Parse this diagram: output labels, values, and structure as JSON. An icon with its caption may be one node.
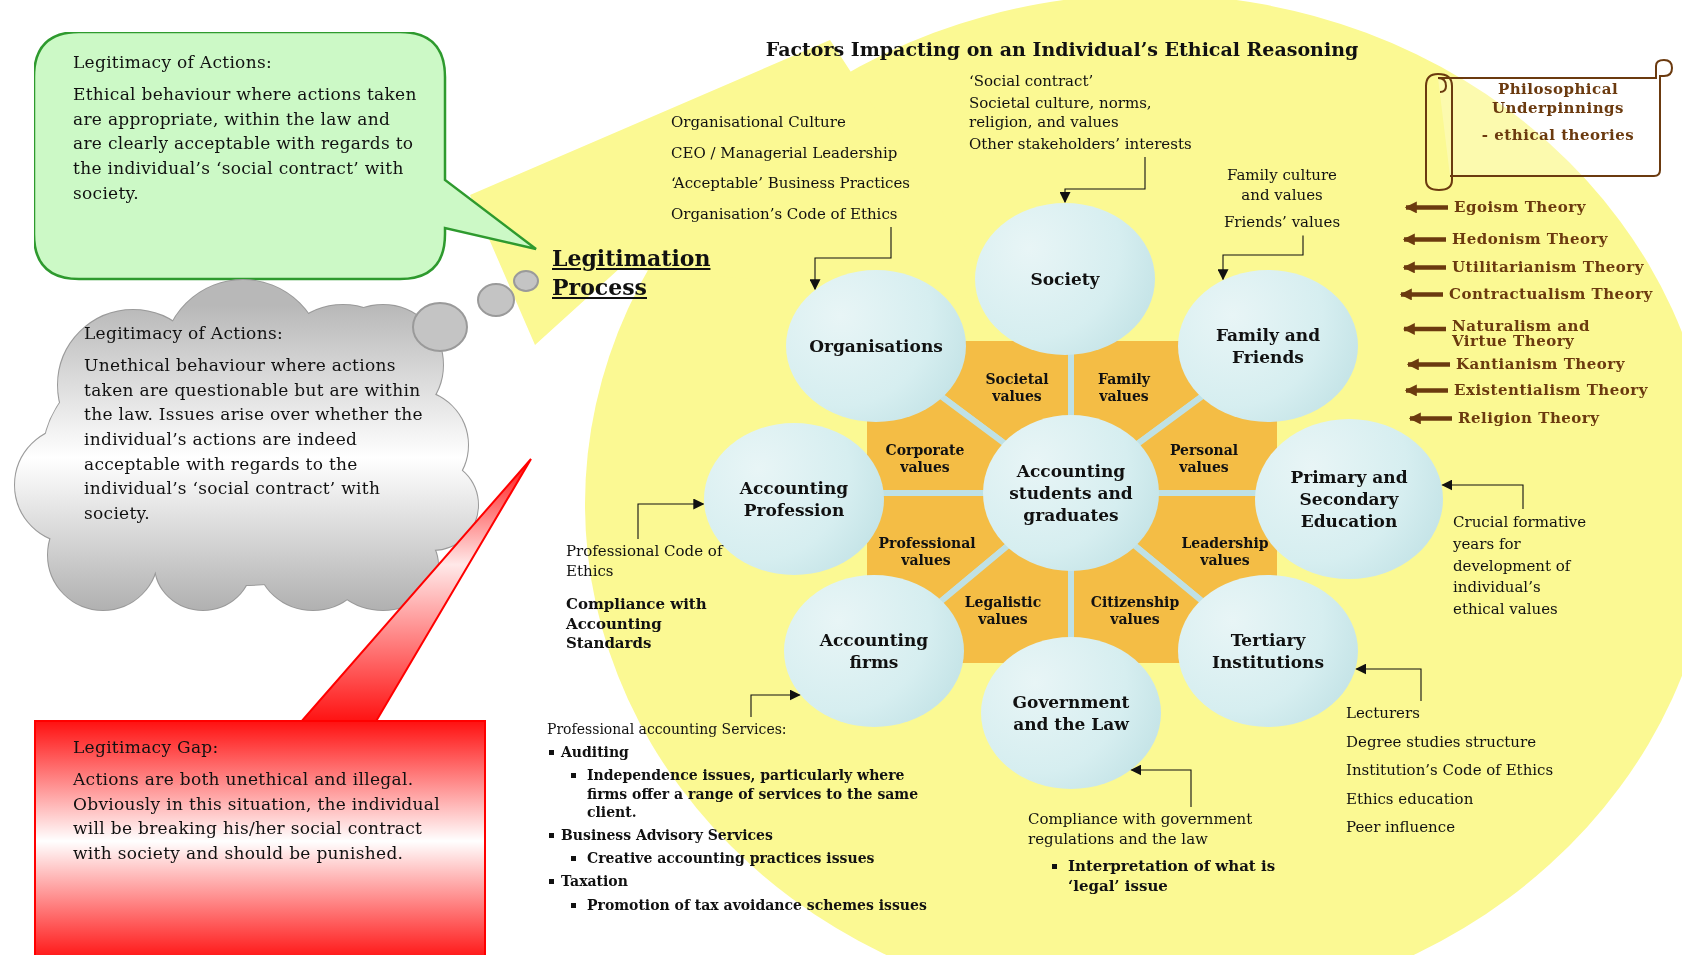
{
  "diagram": {
    "title": "Factors Impacting on an Individual’s Ethical Reasoning",
    "nodes": [
      {
        "text": [
          "Legitimacy of Actions:",
          "Ethical behaviour where actions taken are appropriate, within the law and are clearly acceptable with regards to the individual’s ‘social contract’ with society."
        ]
      },
      {
        "text": [
          "Philosophical Underpinnings",
          "- ethical theories"
        ]
      },
      {
        "text": [
          "Organisational Culture",
          "CEO / Managerial Leadership",
          "‘Acceptable’ Business Practices",
          "Organisation’s Code of Ethics"
        ]
      },
      {
        "text": [
          "‘Social contract’",
          "Societal culture, norms, religion, and values",
          "Other stakeholders’ interests"
        ]
      },
      {
        "text": [
          "Family culture and values",
          "Friends’ values"
        ]
      },
      {
        "text": [
          "Society"
        ]
      },
      {
        "text": [
          "Organisations"
        ]
      },
      {
        "text": [
          "Family and Friends"
        ]
      },
      {
        "text": [
          "Egoism Theory"
        ]
      },
      {
        "text": [
          "Hedonism Theory"
        ]
      },
      {
        "text": [
          "Utilitarianism Theory"
        ]
      },
      {
        "text": [
          "Contractualism Theory"
        ]
      },
      {
        "text": [
          "Naturalism and Virtue Theory"
        ]
      },
      {
        "text": [
          "Kantianism Theory"
        ]
      },
      {
        "text": [
          "Existentialism Theory"
        ]
      },
      {
        "text": [
          "Religion Theory"
        ]
      },
      {
        "text": [
          "Societal values"
        ]
      },
      {
        "text": [
          "Family values"
        ]
      },
      {
        "text": [
          "Corporate values"
        ]
      },
      {
        "text": [
          "Personal values"
        ]
      },
      {
        "text": [
          "Legitimacy of Actions:",
          "Unethical behaviour where actions taken are questionable but are within the law. Issues arise over whether the individual’s actions are indeed acceptable with regards to the individual’s ‘social contract’ with society."
        ]
      },
      {
        "text": [
          "Accounting Profession"
        ]
      },
      {
        "text": [
          "Accounting students and graduates"
        ]
      },
      {
        "text": [
          "Primary and Secondary Education"
        ]
      },
      {
        "text": [
          "Professional values"
        ]
      },
      {
        "text": [
          "Leadership values"
        ]
      },
      {
        "text": [
          "Crucial formative years for development of individual’s ethical values"
        ]
      },
      {
        "text": [
          "Professional Code of Ethics",
          "Compliance with Accounting Standards"
        ]
      },
      {
        "text": [
          "Legalistic values"
        ]
      },
      {
        "text": [
          "Citizenship values"
        ]
      },
      {
        "text": [
          "Accounting firms"
        ]
      },
      {
        "text": [
          "Tertiary Institutions"
        ]
      },
      {
        "text": [
          "Government and the Law"
        ]
      },
      {
        "text": [
          "Legitimacy Gap:",
          "Actions are both unethical and illegal. Obviously in this situation, the individual will be breaking his/her social contract with society and should be punished."
        ]
      },
      {
        "text": [
          "Lecturers",
          "Degree studies structure",
          "Institution’s Code of Ethics",
          "Ethics education",
          "Peer influence"
        ]
      },
      {
        "text": [
          "Professional accounting Services:",
          "Auditing",
          "Independence issues, particularly where firms offer a range of services to the same client.",
          "Business Advisory Services",
          "Creative accounting practices issues",
          "Taxation",
          "Promotion of tax avoidance schemes issues"
        ]
      },
      {
        "text": [
          "Compliance with government regulations and the law",
          "Interpretation of what is ‘legal’ issue"
        ]
      }
    ],
    "edges": [
      {
        "from": 2,
        "to": 6,
        "arrow": "to"
      },
      {
        "from": 3,
        "to": 5,
        "arrow": "to"
      },
      {
        "from": 4,
        "to": 7,
        "arrow": "to"
      },
      {
        "from": 27,
        "to": 21,
        "arrow": "to"
      },
      {
        "from": 35,
        "to": 30,
        "arrow": "to"
      },
      {
        "from": 36,
        "to": 32,
        "arrow": "to"
      },
      {
        "from": 26,
        "to": 23,
        "arrow": "to"
      },
      {
        "from": 34,
        "to": 31,
        "arrow": "to"
      },
      {
        "from": 8,
        "to": null,
        "arrow": "to",
        "style": "thick",
        "color": "#6b3a0f"
      },
      {
        "from": 9,
        "to": null,
        "arrow": "to",
        "style": "thick",
        "color": "#6b3a0f"
      },
      {
        "from": 10,
        "to": null,
        "arrow": "to",
        "style": "thick",
        "color": "#6b3a0f"
      },
      {
        "from": 11,
        "to": null,
        "arrow": "to",
        "style": "thick",
        "color": "#6b3a0f"
      },
      {
        "from": 12,
        "to": null,
        "arrow": "to",
        "style": "thick",
        "color": "#6b3a0f"
      },
      {
        "from": 13,
        "to": null,
        "arrow": "to",
        "style": "thick",
        "color": "#6b3a0f"
      },
      {
        "from": 14,
        "to": null,
        "arrow": "to",
        "style": "thick",
        "color": "#6b3a0f"
      },
      {
        "from": 15,
        "to": null,
        "arrow": "to",
        "style": "thick",
        "color": "#6b3a0f"
      }
    ],
    "labels": [
      "Legitimation Process"
    ]
  }
}
